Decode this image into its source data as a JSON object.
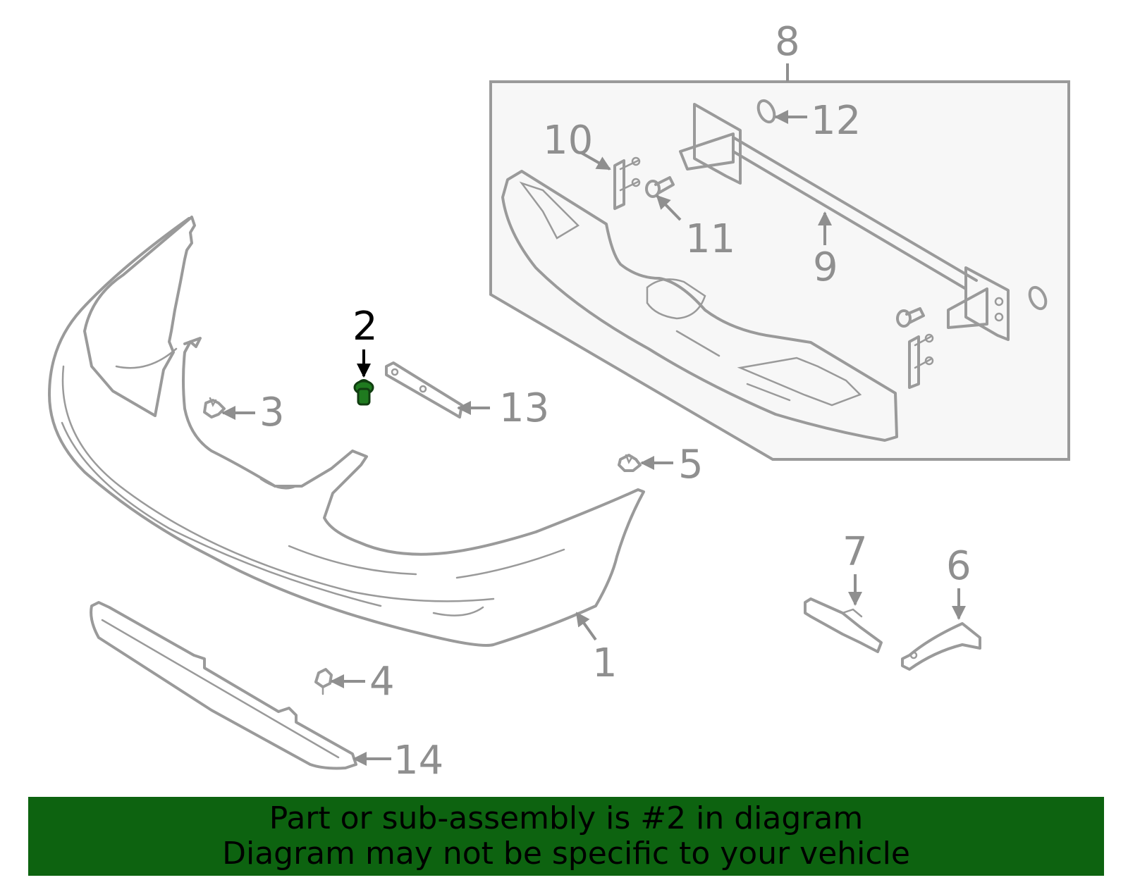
{
  "diagram": {
    "callouts": [
      "1",
      "2",
      "3",
      "4",
      "5",
      "6",
      "7",
      "8",
      "9",
      "10",
      "11",
      "12",
      "13",
      "14"
    ],
    "highlighted_callout": "2",
    "colors": {
      "line_art": "#9a9a9a",
      "callout_text": "#8f8f8f",
      "highlighted_part": "#1f7a1f",
      "highlighted_callout": "#000000",
      "assembly_box_fill": "#f7f7f7",
      "banner_background": "#0d6310"
    }
  },
  "banner": {
    "line1": "Part or sub-assembly is #2 in diagram",
    "line2": "Diagram may not be specific to your vehicle"
  }
}
